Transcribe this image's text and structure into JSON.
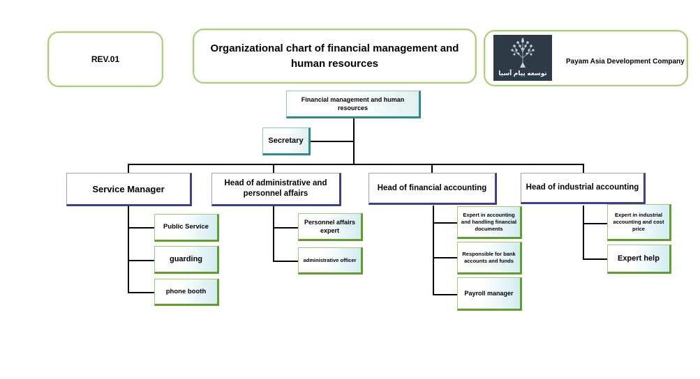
{
  "header": {
    "revision": "REV.01",
    "title": "Organizational chart of financial management and human resources",
    "company_name": "Payam Asia Development Company",
    "logo_text": "توسعه پیام آسیا"
  },
  "chart": {
    "root": "Financial management and human resources",
    "secretary": "Secretary",
    "departments": [
      {
        "label": "Service Manager",
        "children": [
          "Public Service",
          "guarding",
          "phone booth"
        ]
      },
      {
        "label": "Head of administrative and personnel affairs",
        "children": [
          "Personnel affairs expert",
          "administrative officer"
        ]
      },
      {
        "label": "Head of financial accounting",
        "children": [
          "Expert in accounting and handling financial documents",
          "Responsible for bank accounts and funds",
          "Payroll manager"
        ]
      },
      {
        "label": "Head of industrial accounting",
        "children": [
          "Expert in industrial accounting and cost price",
          "Expert help"
        ]
      }
    ]
  },
  "colors": {
    "header_border": "#a9cf7a",
    "head_border": "#3e3f8f",
    "root_border": "#2b8c8c",
    "sub_border": "#5e9e2a",
    "logo_bg": "#2f3a47"
  }
}
